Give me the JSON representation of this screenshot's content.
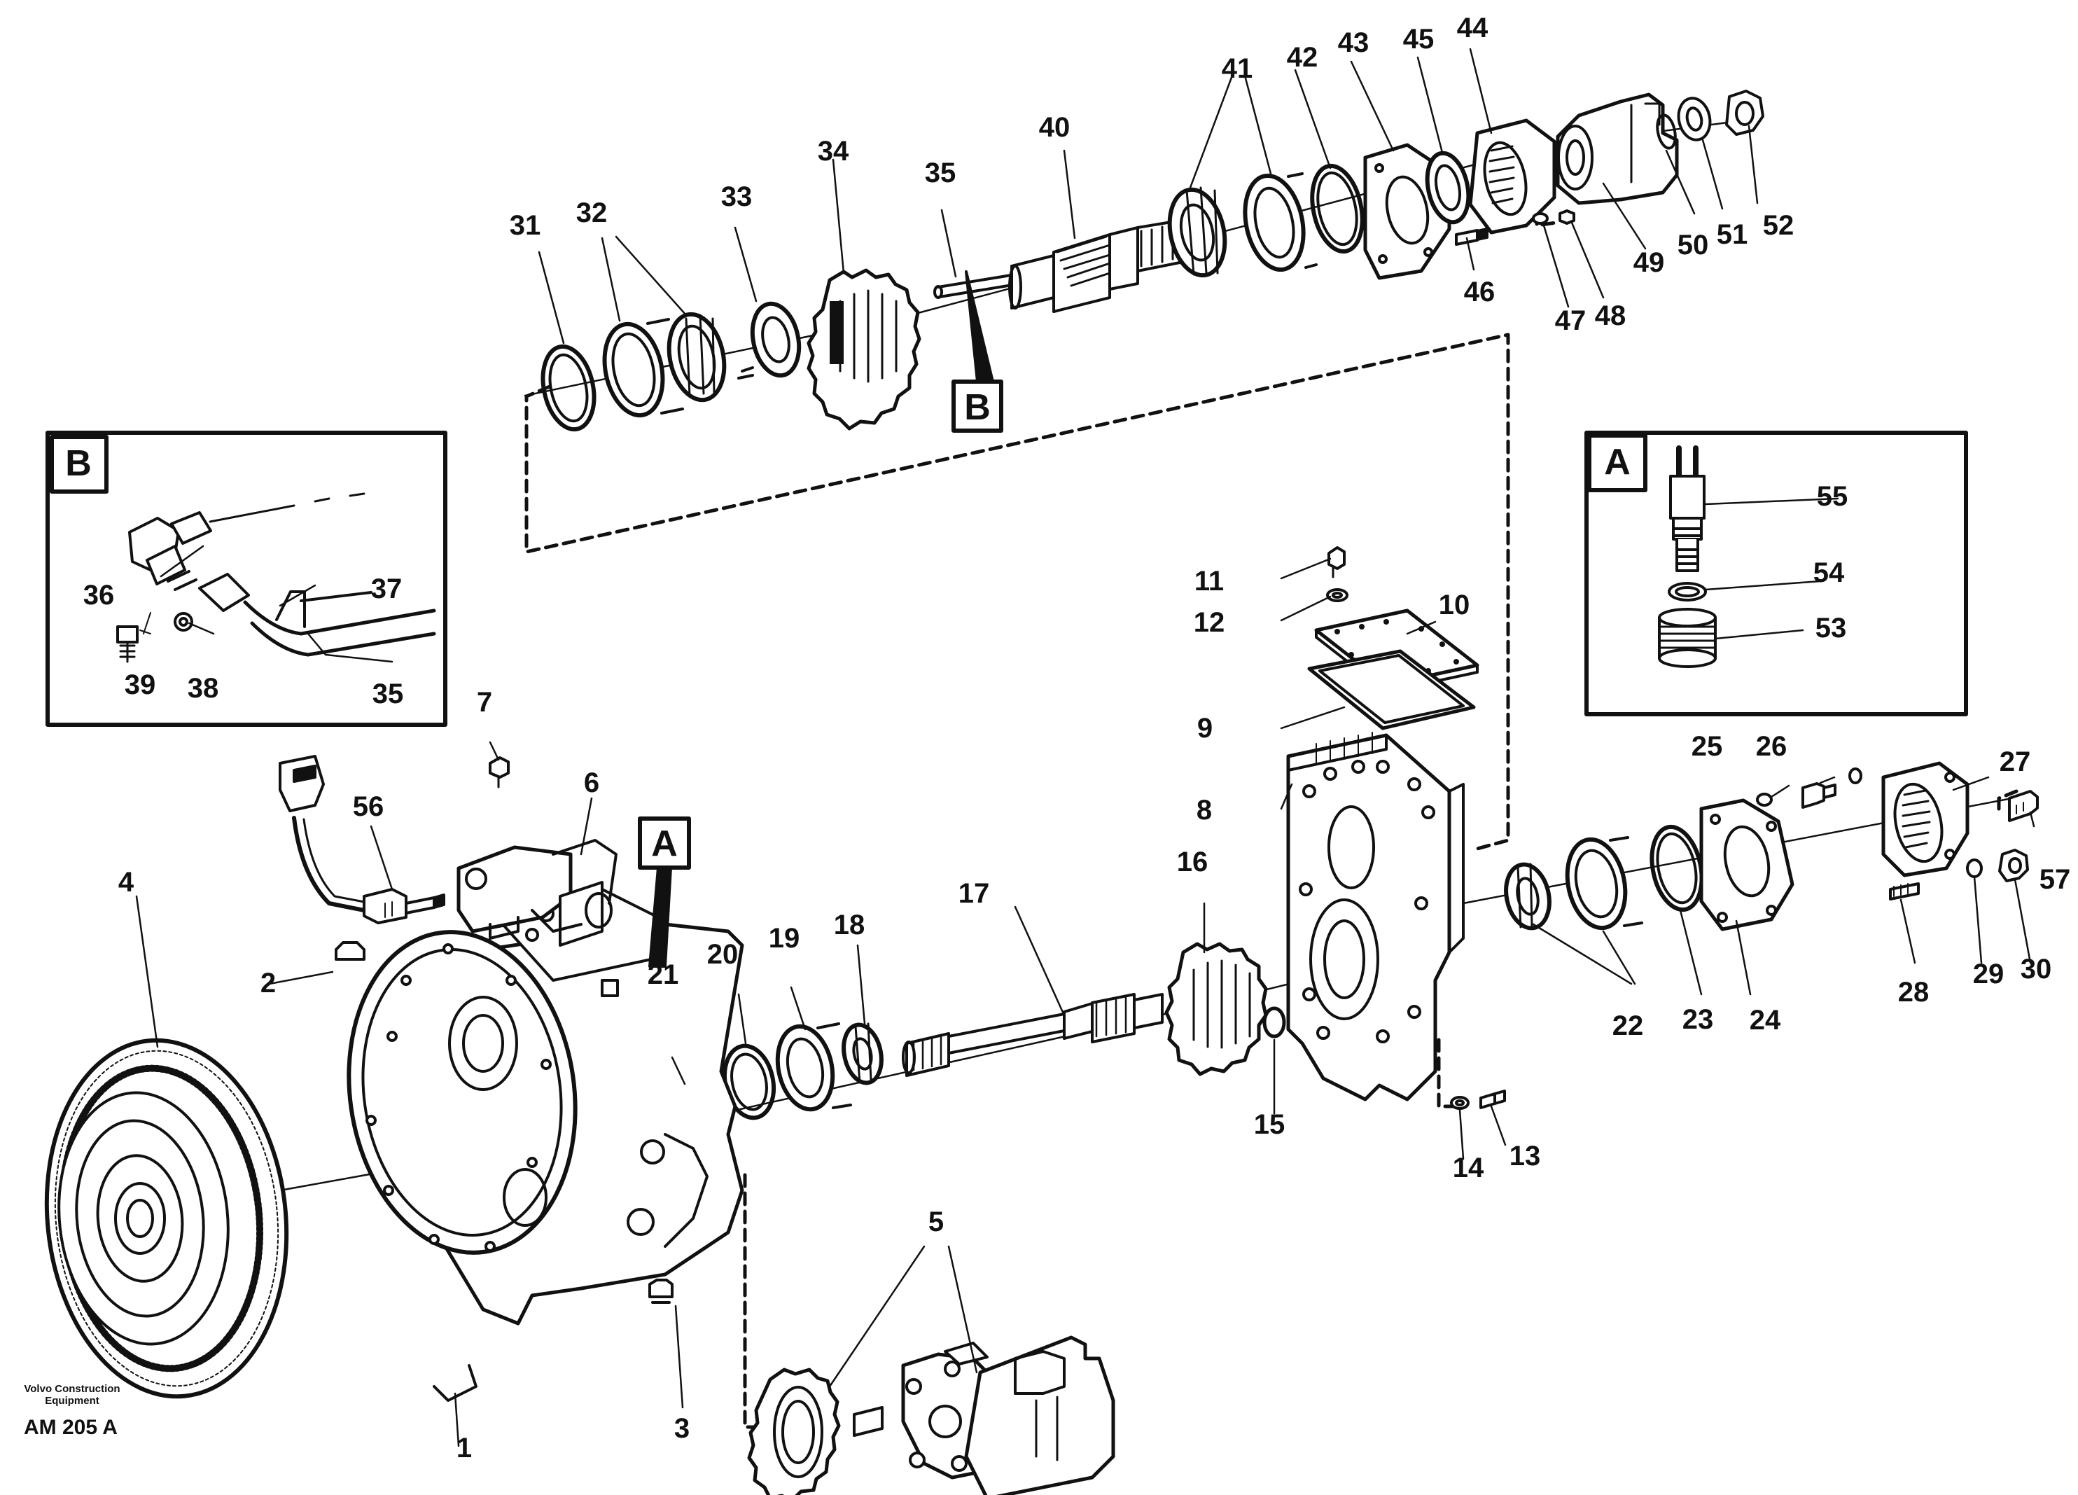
{
  "diagram": {
    "brand_line1": "Volvo Construction",
    "brand_line2": "Equipment",
    "drawing_code": "AM 205 A",
    "inset_a_label": "A",
    "inset_b_label": "B",
    "ref_a_label": "A",
    "ref_b_label": "B",
    "part_numbers": [
      "1",
      "2",
      "3",
      "4",
      "5",
      "6",
      "7",
      "8",
      "9",
      "10",
      "11",
      "12",
      "13",
      "14",
      "15",
      "16",
      "17",
      "18",
      "19",
      "20",
      "21",
      "22",
      "23",
      "24",
      "25",
      "26",
      "27",
      "28",
      "29",
      "30",
      "31",
      "32",
      "33",
      "34",
      "35",
      "36",
      "37",
      "38",
      "39",
      "40",
      "41",
      "42",
      "43",
      "44",
      "45",
      "46",
      "47",
      "48",
      "49",
      "50",
      "51",
      "52",
      "53",
      "54",
      "55",
      "56",
      "57"
    ],
    "inset_b_numbers": [
      "36",
      "37",
      "38",
      "39",
      "35"
    ]
  }
}
